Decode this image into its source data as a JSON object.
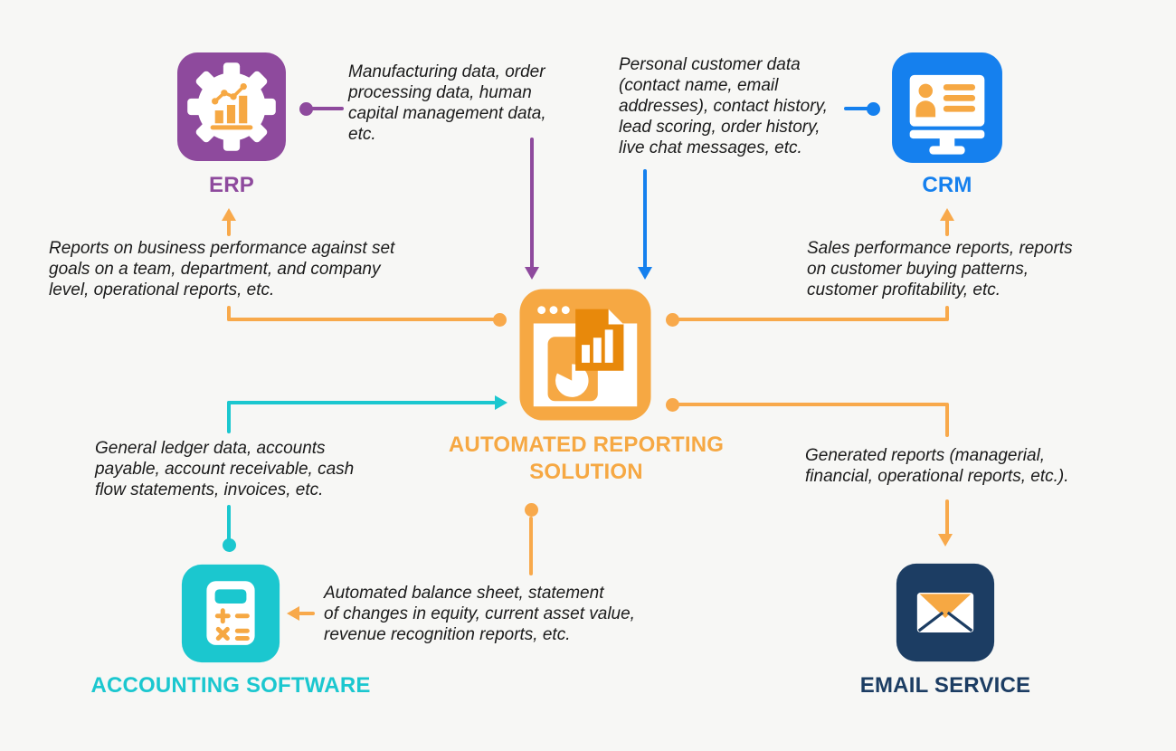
{
  "diagram": {
    "background_color": "#f7f7f5",
    "nodes": {
      "erp": {
        "label": "ERP",
        "color": "#8e4a9d",
        "icon": "gear-analytics-icon"
      },
      "crm": {
        "label": "CRM",
        "color": "#1580ee",
        "icon": "monitor-contact-card-icon"
      },
      "center": {
        "label": "AUTOMATED REPORTING\nSOLUTION",
        "color": "#f6a843",
        "icon": "report-browser-window-icon"
      },
      "accounting": {
        "label": "ACCOUNTING SOFTWARE",
        "color": "#1bc7cf",
        "icon": "calculator-icon"
      },
      "email": {
        "label": "EMAIL SERVICE",
        "color": "#1c3d63",
        "icon": "envelope-icon"
      }
    },
    "annotations": {
      "erp_to_center": "Manufacturing data, order\nprocessing data, human\ncapital management data,\netc.",
      "crm_to_center": "Personal customer data\n(contact name, email\naddresses), contact history,\nlead scoring, order history,\nlive chat messages, etc.",
      "center_to_erp": "Reports on business performance against set\ngoals on a team, department, and company\nlevel, operational reports, etc.",
      "center_to_crm": "Sales performance reports, reports\non customer buying patterns,\ncustomer profitability, etc.",
      "accounting_to_center": "General ledger data, accounts\npayable, account receivable, cash\nflow statements, invoices, etc.",
      "center_to_email": "Generated reports (managerial,\nfinancial, operational reports, etc.).",
      "center_to_accounting": "Automated balance sheet, statement\nof changes in equity, current asset value,\nrevenue recognition reports, etc."
    },
    "connector_colors": {
      "orange": "#f8a94b",
      "purple": "#8e4a9d",
      "blue": "#1580ee",
      "teal": "#1bc7cf"
    }
  }
}
